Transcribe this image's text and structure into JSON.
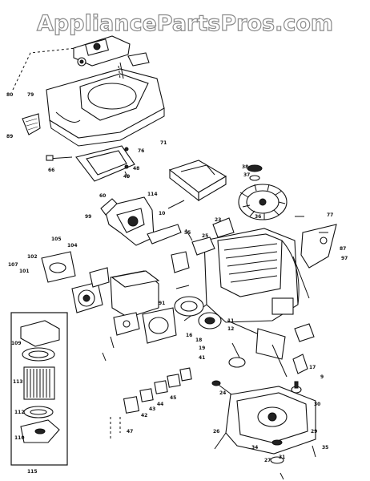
{
  "watermark": "AppliancePartsPros.com",
  "parts": [
    {
      "id": "p80",
      "label": "80"
    },
    {
      "id": "p79",
      "label": "79"
    },
    {
      "id": "p89",
      "label": "89"
    },
    {
      "id": "p71",
      "label": "71"
    },
    {
      "id": "p66",
      "label": "66"
    },
    {
      "id": "p49",
      "label": "49"
    },
    {
      "id": "p48",
      "label": "48"
    },
    {
      "id": "p10",
      "label": "10"
    },
    {
      "id": "p87",
      "label": "87"
    },
    {
      "id": "p114",
      "label": "114"
    },
    {
      "id": "p99",
      "label": "99"
    },
    {
      "id": "p60",
      "label": "60"
    },
    {
      "id": "p38",
      "label": "38"
    },
    {
      "id": "p37",
      "label": "37"
    },
    {
      "id": "p36",
      "label": "36"
    },
    {
      "id": "p55",
      "label": "55"
    },
    {
      "id": "p25",
      "label": "25"
    },
    {
      "id": "p23",
      "label": "23"
    },
    {
      "id": "p77",
      "label": "77"
    },
    {
      "id": "p113",
      "label": "113"
    },
    {
      "id": "p112",
      "label": "112"
    },
    {
      "id": "p115",
      "label": "115"
    },
    {
      "id": "p110",
      "label": "110"
    },
    {
      "id": "p109",
      "label": "109"
    },
    {
      "id": "p91",
      "label": "91"
    },
    {
      "id": "p16",
      "label": "16"
    },
    {
      "id": "p12",
      "label": "12"
    },
    {
      "id": "p41",
      "label": "41"
    },
    {
      "id": "p45",
      "label": "45"
    },
    {
      "id": "p44",
      "label": "44"
    },
    {
      "id": "p43",
      "label": "43"
    },
    {
      "id": "p42",
      "label": "42"
    },
    {
      "id": "p47",
      "label": "47"
    },
    {
      "id": "p24",
      "label": "24"
    },
    {
      "id": "p26",
      "label": "26"
    },
    {
      "id": "p35",
      "label": "35"
    },
    {
      "id": "p34",
      "label": "34"
    },
    {
      "id": "p27",
      "label": "27"
    },
    {
      "id": "p29",
      "label": "29"
    },
    {
      "id": "p30",
      "label": "30"
    },
    {
      "id": "p31",
      "label": "31"
    },
    {
      "id": "p17",
      "label": "17"
    },
    {
      "id": "p9",
      "label": "9"
    },
    {
      "id": "p105",
      "label": "105"
    },
    {
      "id": "p104",
      "label": "104"
    },
    {
      "id": "p107",
      "label": "107"
    },
    {
      "id": "p101",
      "label": "101"
    },
    {
      "id": "p102",
      "label": "102"
    },
    {
      "id": "p76",
      "label": "76"
    },
    {
      "id": "p97",
      "label": "97"
    },
    {
      "id": "p18",
      "label": "18"
    },
    {
      "id": "p19",
      "label": "19"
    },
    {
      "id": "p11",
      "label": "11"
    }
  ]
}
